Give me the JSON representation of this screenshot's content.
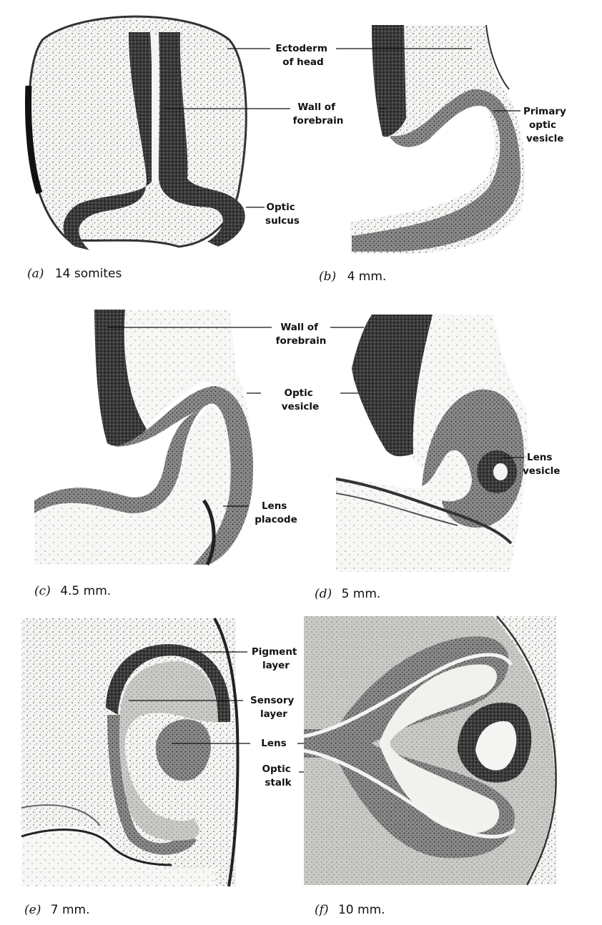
{
  "panels": [
    {
      "id": "a",
      "letter": "(a)",
      "stage": "14 somites",
      "labels": [
        [
          "Ectoderm",
          "of head"
        ],
        [
          "Wall of",
          "forebrain"
        ],
        [
          "Optic",
          "sulcus"
        ]
      ]
    },
    {
      "id": "b",
      "letter": "(b)",
      "stage": "4 mm.",
      "labels": [
        [
          "Primary",
          "optic",
          "vesicle"
        ]
      ]
    },
    {
      "id": "c",
      "letter": "(c)",
      "stage": "4.5 mm.",
      "labels": [
        [
          "Wall of",
          "forebrain"
        ],
        [
          "Optic",
          "vesicle"
        ],
        [
          "Lens",
          "placode"
        ]
      ]
    },
    {
      "id": "d",
      "letter": "(d)",
      "stage": "5 mm.",
      "labels": [
        [
          "Lens",
          "vesicle"
        ]
      ]
    },
    {
      "id": "e",
      "letter": "(e)",
      "stage": "7 mm.",
      "labels": [
        [
          "Pigment",
          "layer"
        ],
        [
          "Sensory",
          "layer"
        ],
        [
          "Lens"
        ],
        [
          "Optic",
          "stalk"
        ]
      ]
    },
    {
      "id": "f",
      "letter": "(f)",
      "stage": "10 mm.",
      "labels": []
    }
  ]
}
